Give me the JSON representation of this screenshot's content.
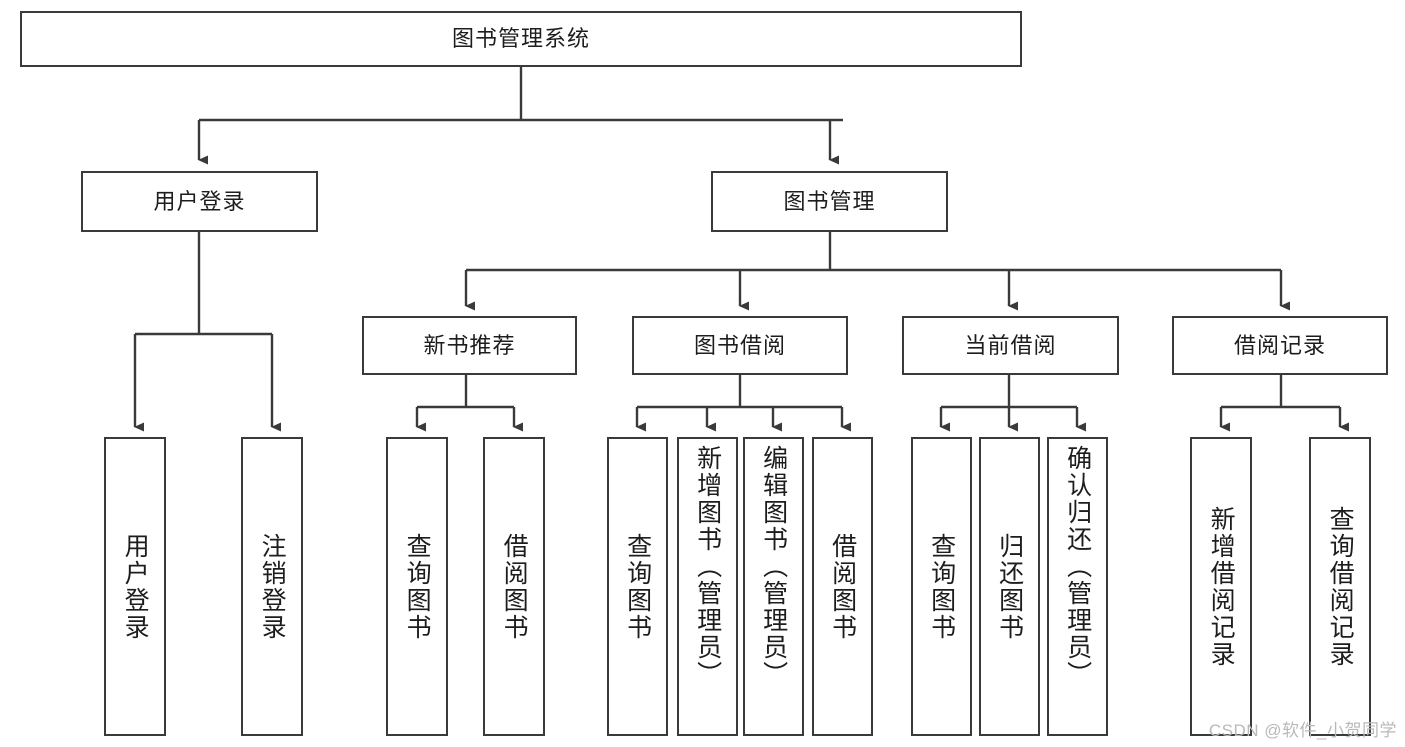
{
  "diagram": {
    "title": "图书管理系统",
    "type": "tree",
    "root": {
      "id": "root",
      "label": "图书管理系统",
      "orientation": "horizontal"
    },
    "level1": [
      {
        "id": "user-login",
        "label": "用户登录",
        "orientation": "horizontal"
      },
      {
        "id": "book-management",
        "label": "图书管理",
        "orientation": "horizontal"
      }
    ],
    "level2": [
      {
        "id": "new-book-recommend",
        "label": "新书推荐",
        "orientation": "horizontal",
        "parent": "book-management"
      },
      {
        "id": "book-borrow",
        "label": "图书借阅",
        "orientation": "horizontal",
        "parent": "book-management"
      },
      {
        "id": "current-borrow",
        "label": "当前借阅",
        "orientation": "horizontal",
        "parent": "book-management"
      },
      {
        "id": "borrow-record",
        "label": "借阅记录",
        "orientation": "horizontal",
        "parent": "book-management"
      }
    ],
    "leaves": [
      {
        "id": "leaf-user-login",
        "label": "用户登录",
        "parent": "user-login",
        "orientation": "vertical"
      },
      {
        "id": "leaf-logout",
        "label": "注销登录",
        "parent": "user-login",
        "orientation": "vertical"
      },
      {
        "id": "leaf-query-book-1",
        "label": "查询图书",
        "parent": "new-book-recommend",
        "orientation": "vertical"
      },
      {
        "id": "leaf-borrow-book-1",
        "label": "借阅图书",
        "parent": "new-book-recommend",
        "orientation": "vertical"
      },
      {
        "id": "leaf-query-book-2",
        "label": "查询图书",
        "parent": "book-borrow",
        "orientation": "vertical"
      },
      {
        "id": "leaf-add-book",
        "label": "新增图书（管理员）",
        "parent": "book-borrow",
        "orientation": "vertical"
      },
      {
        "id": "leaf-edit-book",
        "label": "编辑图书（管理员）",
        "parent": "book-borrow",
        "orientation": "vertical"
      },
      {
        "id": "leaf-borrow-book-2",
        "label": "借阅图书",
        "parent": "book-borrow",
        "orientation": "vertical"
      },
      {
        "id": "leaf-query-book-3",
        "label": "查询图书",
        "parent": "current-borrow",
        "orientation": "vertical"
      },
      {
        "id": "leaf-return-book",
        "label": "归还图书",
        "parent": "current-borrow",
        "orientation": "vertical"
      },
      {
        "id": "leaf-confirm-return",
        "label": "确认归还（管理员）",
        "parent": "current-borrow",
        "orientation": "vertical"
      },
      {
        "id": "leaf-add-record",
        "label": "新增借阅记录",
        "parent": "borrow-record",
        "orientation": "vertical"
      },
      {
        "id": "leaf-query-record",
        "label": "查询借阅记录",
        "parent": "borrow-record",
        "orientation": "vertical"
      }
    ],
    "watermark": "CSDN @软件_小贺同学",
    "colors": {
      "stroke": "#3a3a3a",
      "background": "#ffffff",
      "text": "#1d1d1d",
      "watermark": "#b9b9b9"
    }
  }
}
